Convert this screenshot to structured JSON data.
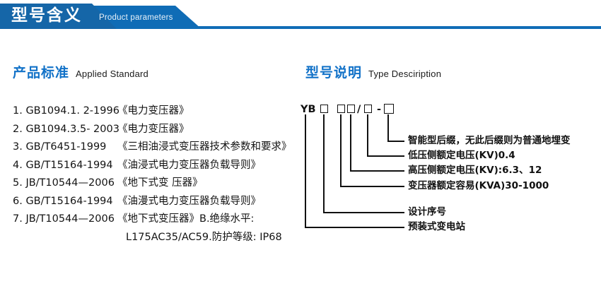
{
  "banner": {
    "title_cn": "型号含义",
    "title_en": "Product parameters",
    "color_dark": "#1566a8",
    "color_light": "#0f6cb6"
  },
  "sections": {
    "left": {
      "cn": "产品标准",
      "en": "Applied Standard",
      "accent": "#1272c8"
    },
    "right": {
      "cn": "型号说明",
      "en": "Type Desciription",
      "accent": "#1272c8"
    }
  },
  "standards": [
    {
      "code": "1. GB1094.1. 2-1996",
      "name": "《电力变压器》"
    },
    {
      "code": "2. GB1094.3.5- 2003",
      "name": "《电力变压器》"
    },
    {
      "code": "3. GB/T6451-1999",
      "name": "《三相油浸式变压器技术参数和要求》"
    },
    {
      "code": "4. GB/T15164-1994",
      "name": "《油浸式电力变压器负载导则》"
    },
    {
      "code": "5. JB/T10544—2006",
      "name": "《地下式变 压器》"
    },
    {
      "code": "6. GB/T15164-1994",
      "name": "《油漫式电力变压器负载导则》"
    },
    {
      "code": "7. JB/T10544—2006",
      "name": "《地下式变压器》B.绝缘水平:"
    },
    {
      "code": "",
      "name": "L175AC35/AC59.防护等级: IP68",
      "continuation": true
    }
  ],
  "type_code": {
    "prefix": "YB",
    "slash": "/",
    "dash": "-",
    "boxes": 5
  },
  "callouts": [
    {
      "text": "智能型后缀，无此后缀则为普通地埋变"
    },
    {
      "text": "低压侧额定电压(KV)0.4"
    },
    {
      "text": "高压侧额定电压(KV):6.3、12"
    },
    {
      "text": "变压器额定容易(KVA)30-1000"
    },
    {
      "text": "设计序号"
    },
    {
      "text": "预装式变电站"
    }
  ]
}
